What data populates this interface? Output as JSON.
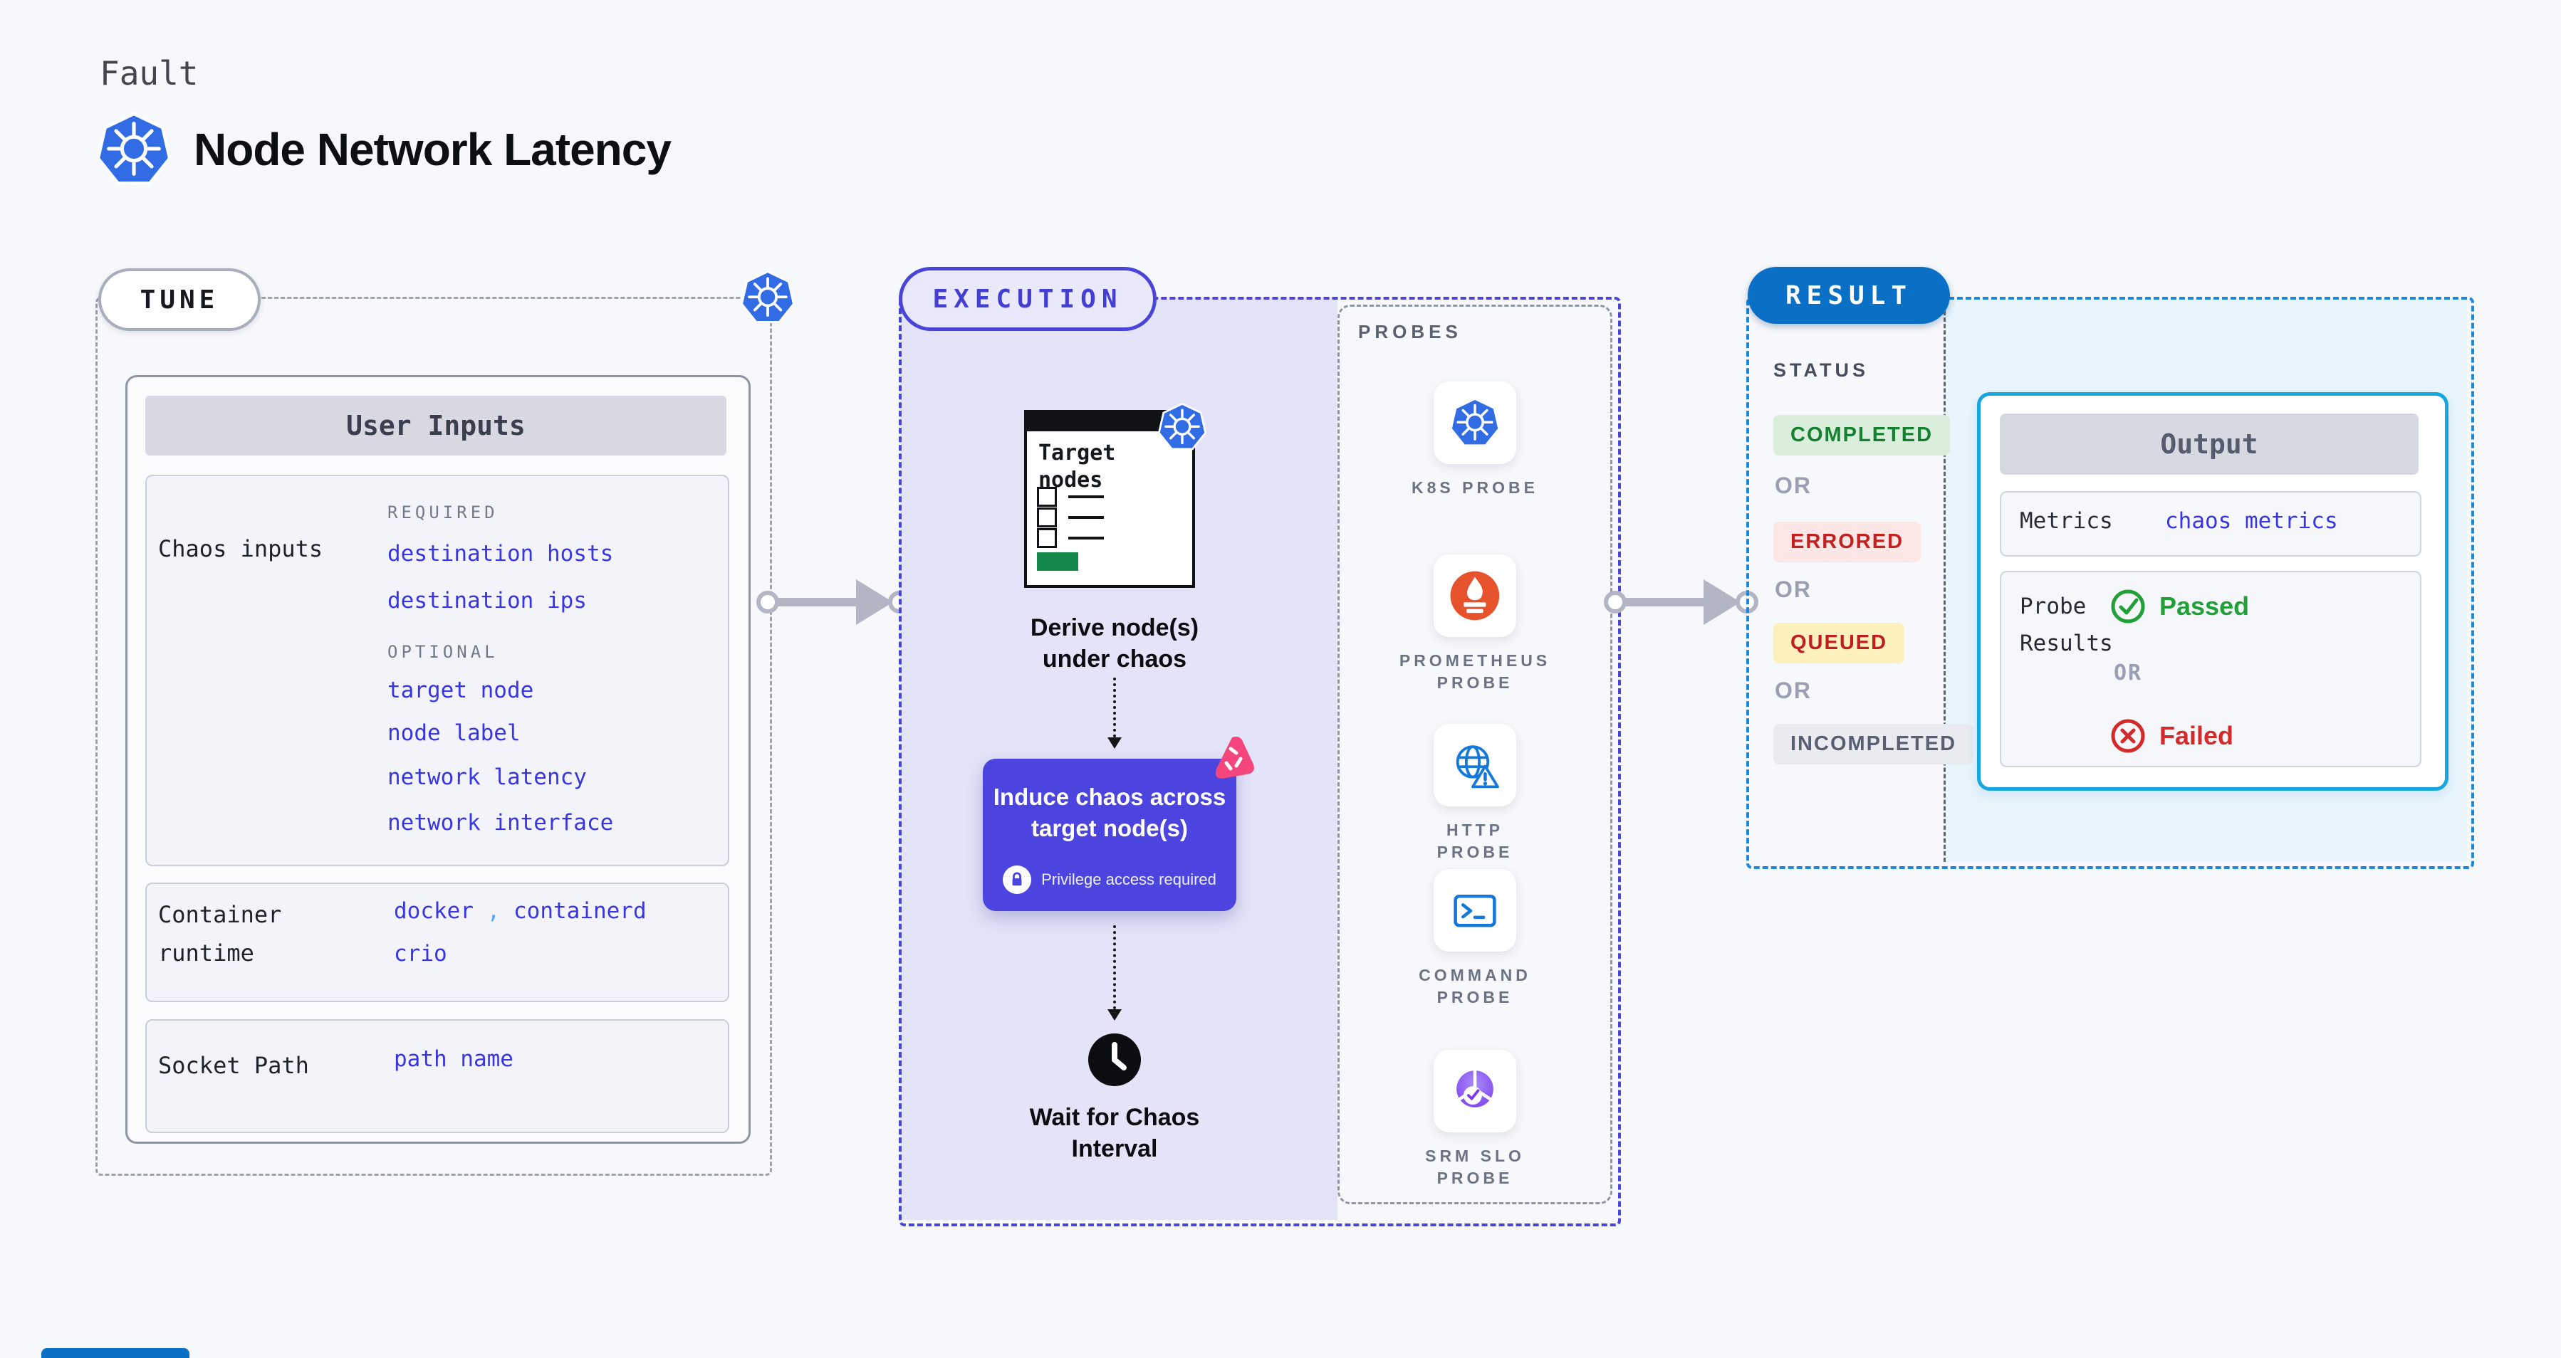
{
  "header": {
    "kicker": "Fault",
    "title": "Node Network Latency"
  },
  "tune": {
    "label": "TUNE",
    "user_inputs": {
      "title": "User Inputs",
      "chaos_inputs": {
        "label": "Chaos inputs",
        "required_label": "REQUIRED",
        "required": [
          "destination hosts",
          "destination ips"
        ],
        "optional_label": "OPTIONAL",
        "optional": [
          "target node",
          "node label",
          "network latency",
          "network interface"
        ]
      },
      "container_runtime": {
        "label": "Container runtime",
        "values": [
          "docker",
          "containerd",
          "crio"
        ],
        "separator": ","
      },
      "socket_path": {
        "label": "Socket Path",
        "value": "path name"
      }
    }
  },
  "execution": {
    "label": "EXECUTION",
    "target_nodes": {
      "line1": "Target",
      "line2": "nodes"
    },
    "derive_caption": {
      "line1": "Derive node(s)",
      "line2": "under chaos"
    },
    "induce": {
      "line1": "Induce chaos across",
      "line2": "target node(s)",
      "badge": "Privilege access required"
    },
    "wait_caption": {
      "line1": "Wait for Chaos",
      "line2": "Interval"
    }
  },
  "probes": {
    "label": "PROBES",
    "items": [
      {
        "name": "K8S PROBE",
        "icon": "kubernetes-icon"
      },
      {
        "name": "PROMETHEUS PROBE",
        "icon": "prometheus-icon"
      },
      {
        "name": "HTTP PROBE",
        "icon": "globe-warning-icon"
      },
      {
        "name": "COMMAND PROBE",
        "icon": "terminal-icon"
      },
      {
        "name": "SRM SLO PROBE",
        "icon": "pie-check-icon"
      }
    ]
  },
  "result": {
    "label": "RESULT",
    "status": {
      "label": "STATUS",
      "badges": [
        "COMPLETED",
        "ERRORED",
        "QUEUED",
        "INCOMPLETED"
      ],
      "or": "OR"
    },
    "output": {
      "title": "Output",
      "metrics_label": "Metrics",
      "metrics_value": "chaos metrics",
      "probe_results_label": "Probe Results",
      "passed": "Passed",
      "or": "OR",
      "failed": "Failed"
    }
  },
  "colors": {
    "kubernetes_blue": "#326ce5",
    "execution_indigo": "#4a45d8",
    "induce_box": "#4c44de",
    "result_blue": "#0a70c6",
    "result_dash": "#1e87da",
    "lavender_fill": "#e4e4f8",
    "cyan_fill": "#e8f5fc",
    "output_border": "#16a6e0",
    "link_blue": "#3a35e3",
    "comma_blue": "#57a7f3",
    "passed_green": "#22a038",
    "failed_red": "#d32b2b",
    "completed_green": "#168030",
    "errored_red": "#c42020",
    "queued_yellow_bg": "#fdf0bf",
    "prometheus_orange": "#e6522c",
    "litmus_pink": "#f4457d",
    "green_bar": "#15894b",
    "arrow_gray": "#b2b5c3"
  }
}
